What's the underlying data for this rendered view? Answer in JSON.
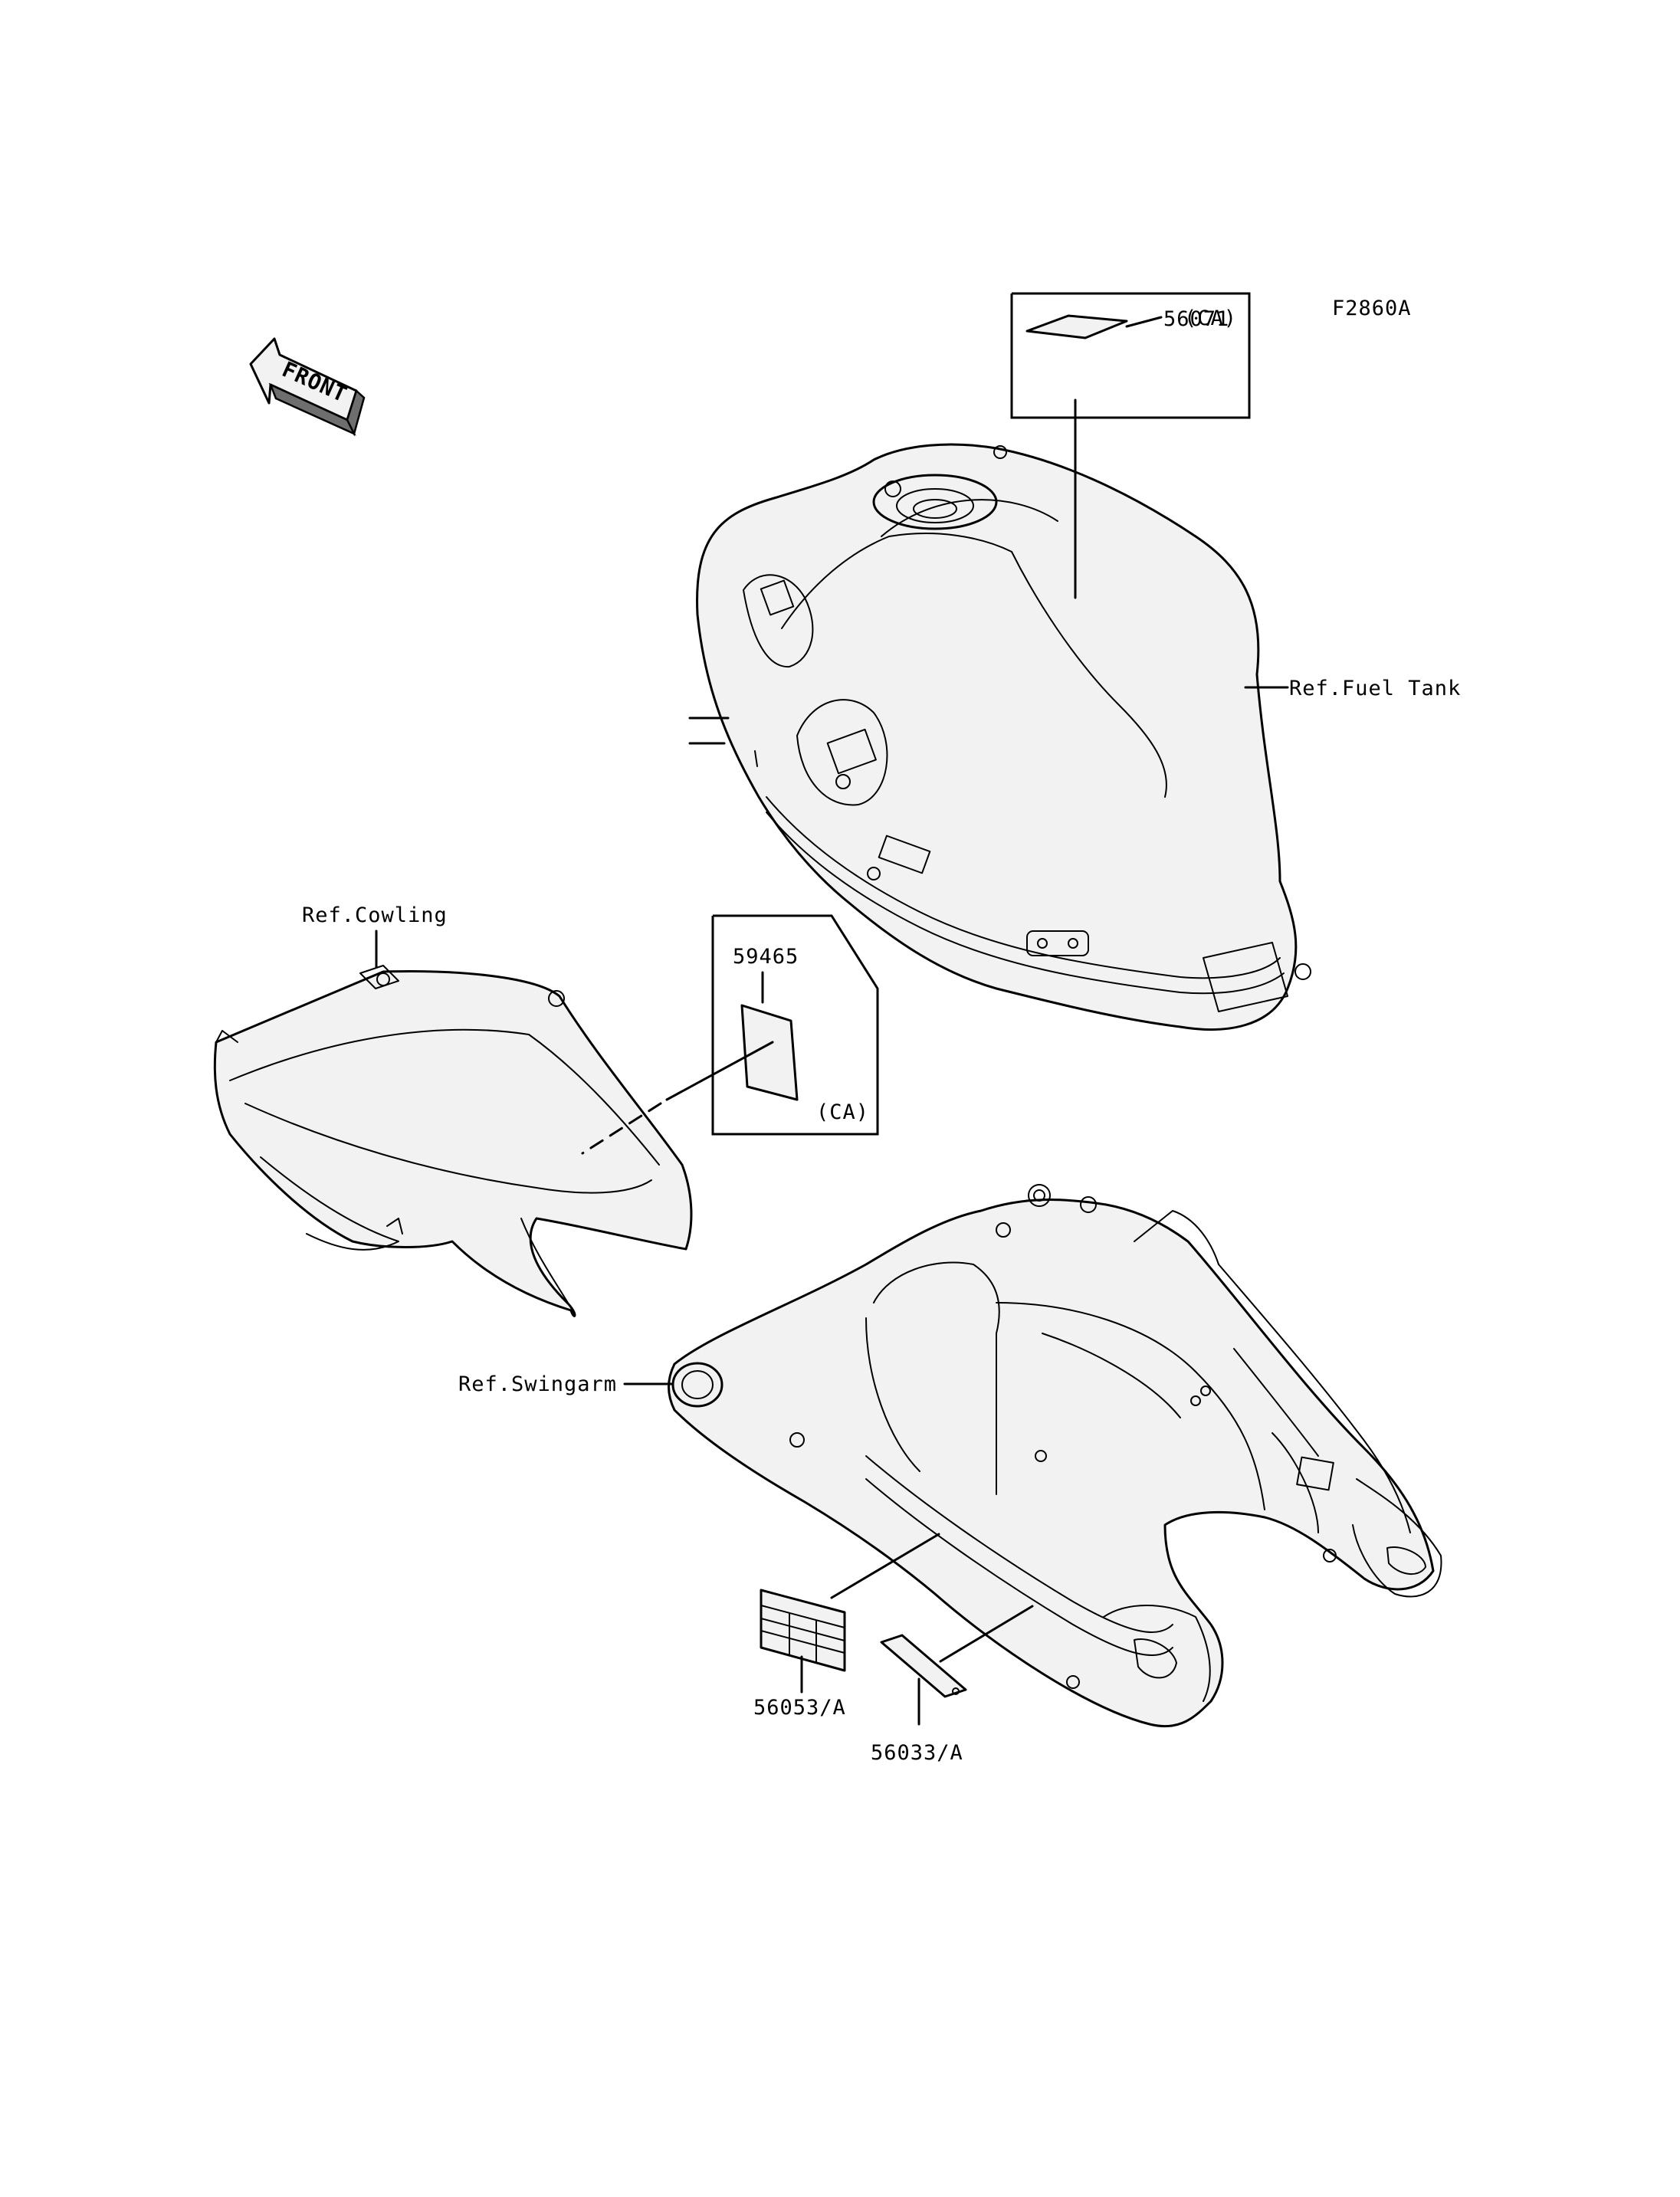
{
  "figure_code": "F2860A",
  "front_label": "FRONT",
  "parts": {
    "tank_label": {
      "number": "56071",
      "tag": "(CA)"
    },
    "cowling_label": {
      "number": "59465",
      "tag": "(CA)"
    },
    "swingarm_label_left": {
      "number": "56053/A"
    },
    "swingarm_label_right": {
      "number": "56033/A"
    }
  },
  "references": {
    "fuel_tank": "Ref.Fuel Tank",
    "cowling": "Ref.Cowling",
    "swingarm": "Ref.Swingarm"
  }
}
